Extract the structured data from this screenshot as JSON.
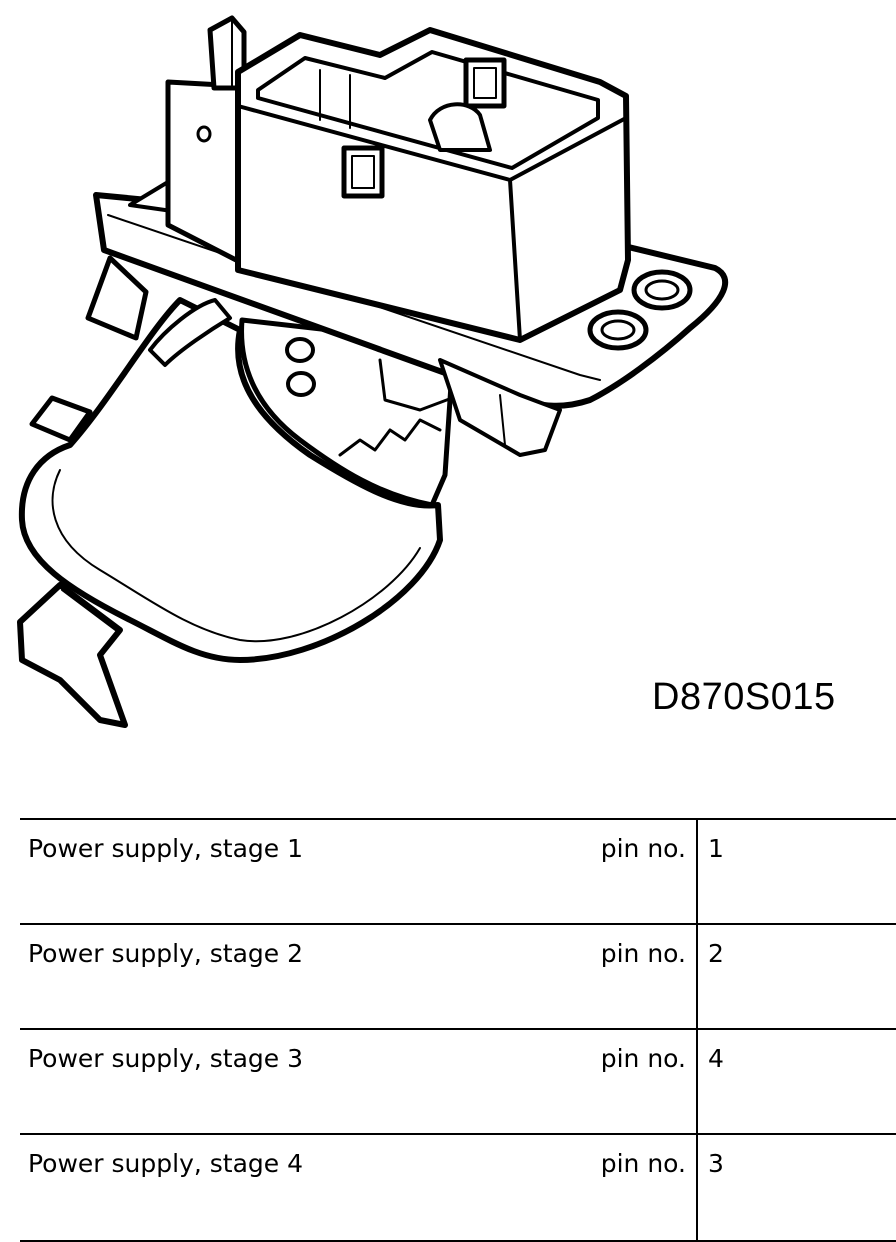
{
  "figure": {
    "code": "D870S015"
  },
  "pin_table": {
    "rows": [
      {
        "description": "Power supply, stage 1",
        "pin_label": "pin no.",
        "pin": "1"
      },
      {
        "description": "Power supply, stage 2",
        "pin_label": "pin no.",
        "pin": "2"
      },
      {
        "description": "Power supply, stage 3",
        "pin_label": "pin no.",
        "pin": "4"
      },
      {
        "description": "Power supply, stage 4",
        "pin_label": "pin no.",
        "pin": "3"
      }
    ]
  }
}
